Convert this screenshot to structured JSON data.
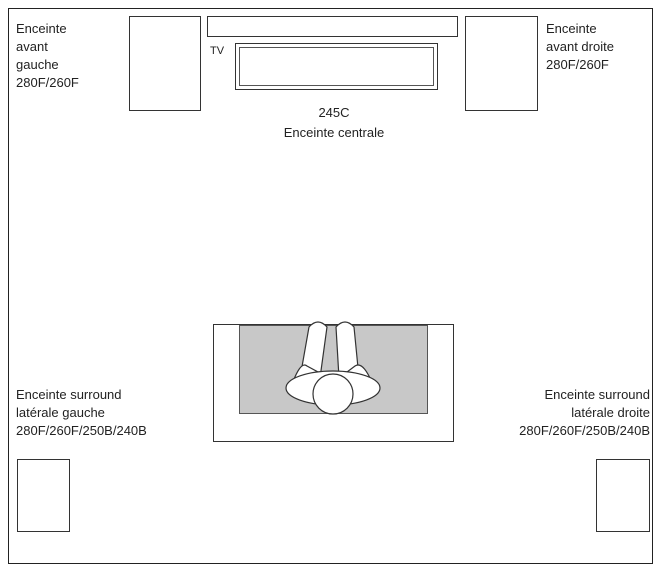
{
  "speakers": {
    "front_left": "Enceinte\navant\ngauche\n280F/260F",
    "front_right": "Enceinte\navant droite\n280F/260F",
    "center_model": "245C",
    "center_name": "Enceinte centrale",
    "surround_left": "Enceinte surround\nlatérale gauche\n280F/260F/250B/240B",
    "surround_right": "Enceinte surround\nlatérale droite\n280F/260F/250B/240B"
  },
  "tv_label": "TV",
  "colors": {
    "line": "#333333",
    "sofa_fill": "#c8c8c8",
    "background": "#ffffff"
  }
}
